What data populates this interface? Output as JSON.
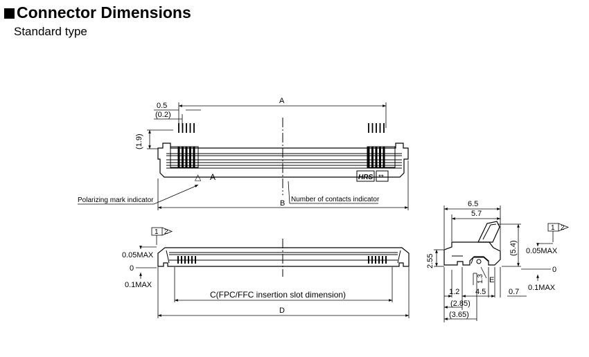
{
  "header": {
    "title": "Connector Dimensions",
    "subtitle": "Standard type"
  },
  "top_view": {
    "dim_pitch": "0.5",
    "dim_pitch_ref": "(0.2)",
    "dim_a": "A",
    "dim_height_ref": "(1.9)",
    "polarizing_mark": "△",
    "mark_letter": "A",
    "logo_text": "HRS",
    "contacts_code": "**",
    "polarizing_label": "Polarizing mark indicator",
    "contacts_label": "Number of contacts indicator",
    "dim_b": "B"
  },
  "front_view": {
    "datum_1": "1",
    "datum_2": "2",
    "flatness_max": "0.05MAX",
    "zero": "0",
    "warp_max": "0.1MAX",
    "dim_c": "C(FPC/FFC insertion slot dimension)",
    "dim_d": "D"
  },
  "side_view": {
    "dim_6_5": "6.5",
    "dim_5_7": "5.7",
    "dim_5_4": "(5.4)",
    "dim_2_55": "2.55",
    "datum_1": "1",
    "datum_2": "2",
    "flatness_max": "0.05MAX",
    "zero": "0",
    "warp_max": "0.1MAX",
    "dim_1_3": "1.3",
    "label_e": "E",
    "dim_1_2": "1.2",
    "dim_4_5": "4.5",
    "dim_0_7": "0.7",
    "dim_2_85": "(2.85)",
    "dim_3_65": "(3.65)"
  },
  "colors": {
    "ink": "#000000",
    "background": "#ffffff"
  }
}
